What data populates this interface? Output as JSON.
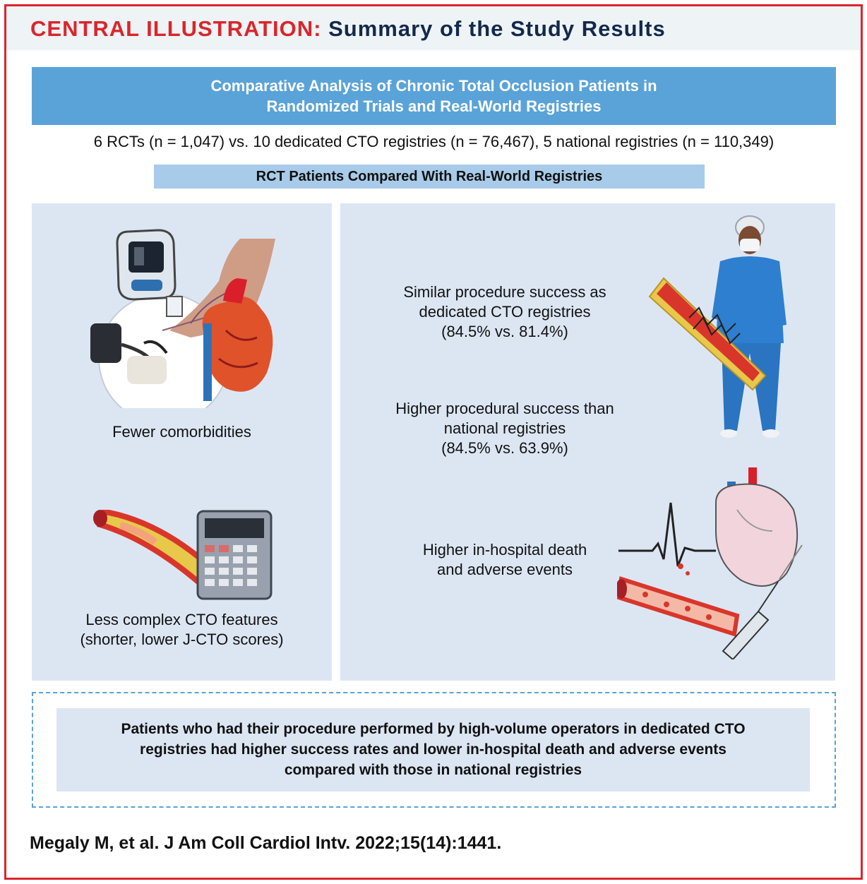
{
  "header": {
    "lead": "CENTRAL ILLUSTRATION:",
    "title": "Summary of the Study Results"
  },
  "banner": {
    "line1": "Comparative Analysis of Chronic Total Occlusion Patients in",
    "line2": "Randomized Trials and Real-World Registries"
  },
  "counts": "6 RCTs (n = 1,047) vs. 10 dedicated CTO registries (n = 76,467), 5 national registries (n = 110,349)",
  "subbanner": "RCT Patients Compared With Real-World Registries",
  "left_panel": {
    "comorbidities_label": "Fewer comorbidities",
    "cto_features_line1": "Less complex CTO features",
    "cto_features_line2": "(shorter, lower J-CTO scores)"
  },
  "right_panel": {
    "success_dedicated": [
      "Similar procedure success as",
      "dedicated CTO registries",
      "(84.5% vs. 81.4%)"
    ],
    "success_national": [
      "Higher procedural success than",
      "national registries",
      "(84.5% vs. 63.9%)"
    ],
    "death_events": [
      "Higher in-hospital death",
      "and adverse events"
    ]
  },
  "conclusion": {
    "line1": "Patients who had their procedure performed by high-volume operators in dedicated CTO",
    "line2": "registries had higher success rates and lower in-hospital death and adverse events",
    "line3": "compared with those in national registries"
  },
  "citation": "Megaly M, et al. J Am Coll Cardiol Intv. 2022;15(14):1441.",
  "colors": {
    "accent_red": "#d9262c",
    "navy": "#13294b",
    "banner_blue": "#5aa3d8",
    "subbanner_blue": "#a8cbe9",
    "panel_blue": "#dce6f3"
  },
  "icons": [
    "glucose-meter-icon",
    "heart-icon",
    "blood-pressure-icon",
    "artery-plaque-icon",
    "calculator-icon",
    "surgeon-icon",
    "stent-icon",
    "ecg-heart-icon",
    "syringe-icon"
  ]
}
